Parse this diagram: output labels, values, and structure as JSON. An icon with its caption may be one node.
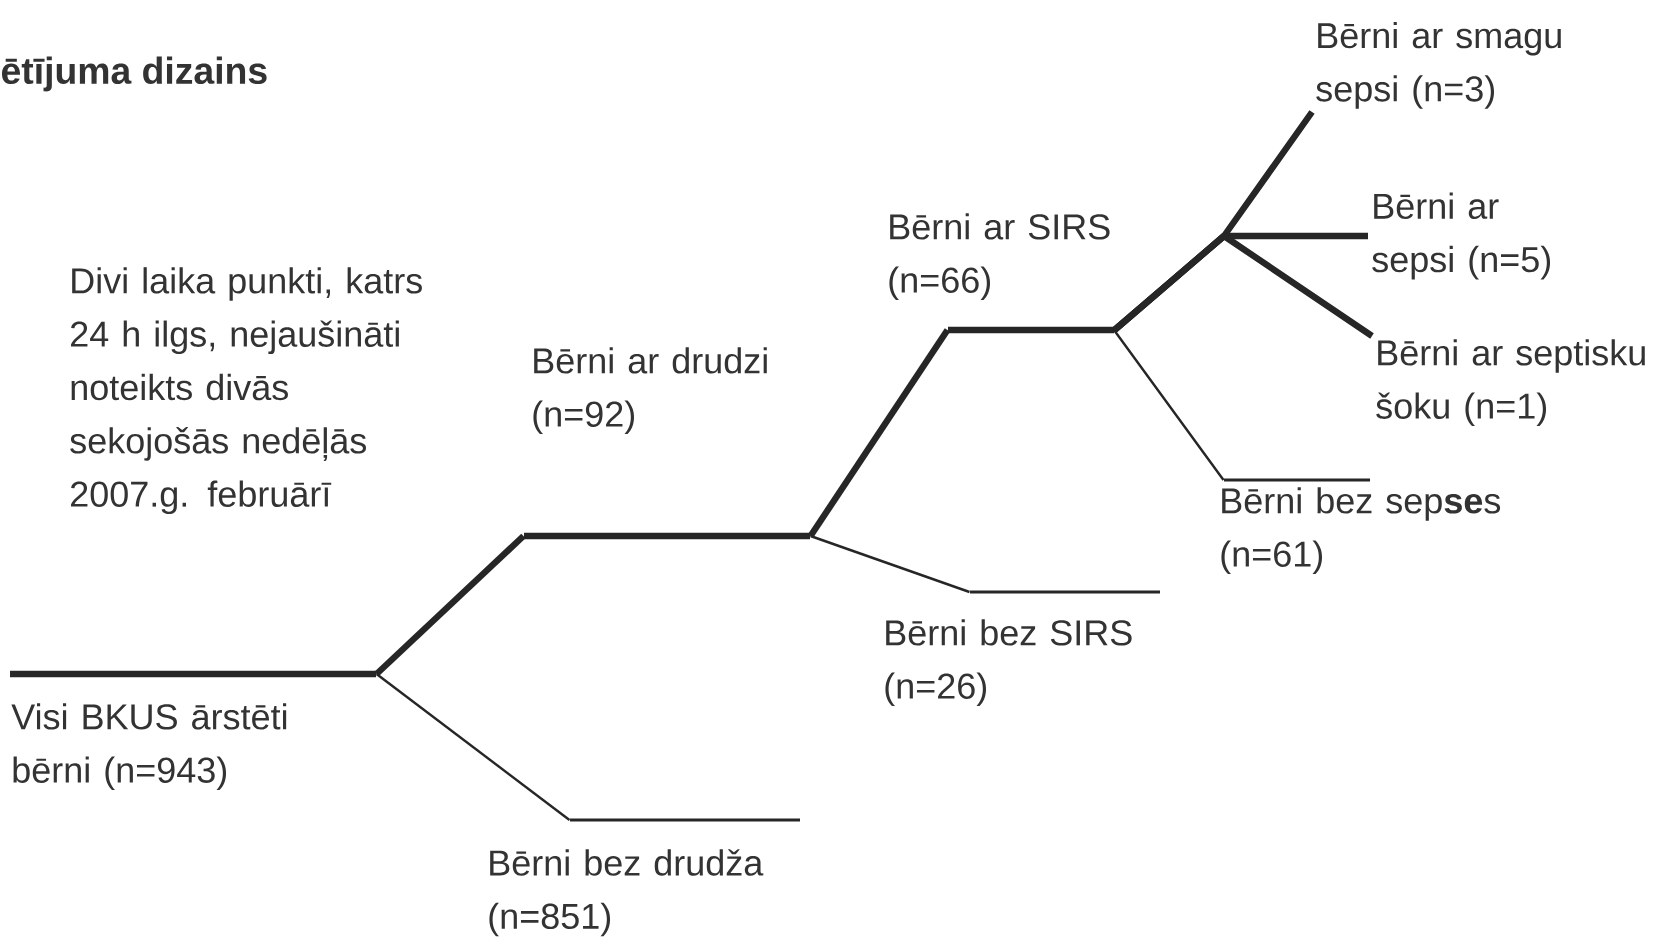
{
  "diagram": {
    "title": "ētījuma dizains",
    "nodes": [
      {
        "text": [],
        "shape": "bar",
        "beside": [
          "Visi BKUS ārstēti bērni (n=943)"
        ]
      },
      {
        "text": [],
        "shape": "bar",
        "beside": [
          "Bērni ar drudzi (n=92)"
        ]
      },
      {
        "text": [],
        "shape": "bar",
        "beside": [
          "Bērni bez drudža (n=851)"
        ]
      },
      {
        "text": [],
        "shape": "bar",
        "beside": [
          "Bērni ar SIRS (n=66)"
        ]
      },
      {
        "text": [],
        "shape": "bar",
        "beside": [
          "Bērni bez SIRS (n=26)"
        ]
      },
      {
        "text": [],
        "shape": "bar",
        "beside": [
          "Bērni bez sep**se**s (n=61)"
        ]
      },
      {
        "text": [
          "Bērni ar smagu sepsi (n=3)"
        ]
      },
      {
        "text": [
          "Bērni ar sepsi (n=5)"
        ]
      },
      {
        "text": [
          "Bērni ar septisku šoku (n=1)"
        ]
      }
    ],
    "edges": [
      {
        "from": 0,
        "to": 1,
        "arrow": "none"
      },
      {
        "from": 0,
        "to": 2,
        "arrow": "none"
      },
      {
        "from": 1,
        "to": 3,
        "arrow": "none"
      },
      {
        "from": 1,
        "to": 4,
        "arrow": "none"
      },
      {
        "from": 3,
        "to": 5,
        "arrow": "none"
      },
      {
        "from": 3,
        "to": 6,
        "arrow": "none"
      },
      {
        "from": 3,
        "to": 7,
        "arrow": "none"
      },
      {
        "from": 3,
        "to": 8,
        "arrow": "none"
      }
    ],
    "labels": [
      "Divi laika punkti, katrs 24 h ilgs, nejaušināti noteikts divās sekojošās nedēļās 2007.g. februārī"
    ]
  }
}
